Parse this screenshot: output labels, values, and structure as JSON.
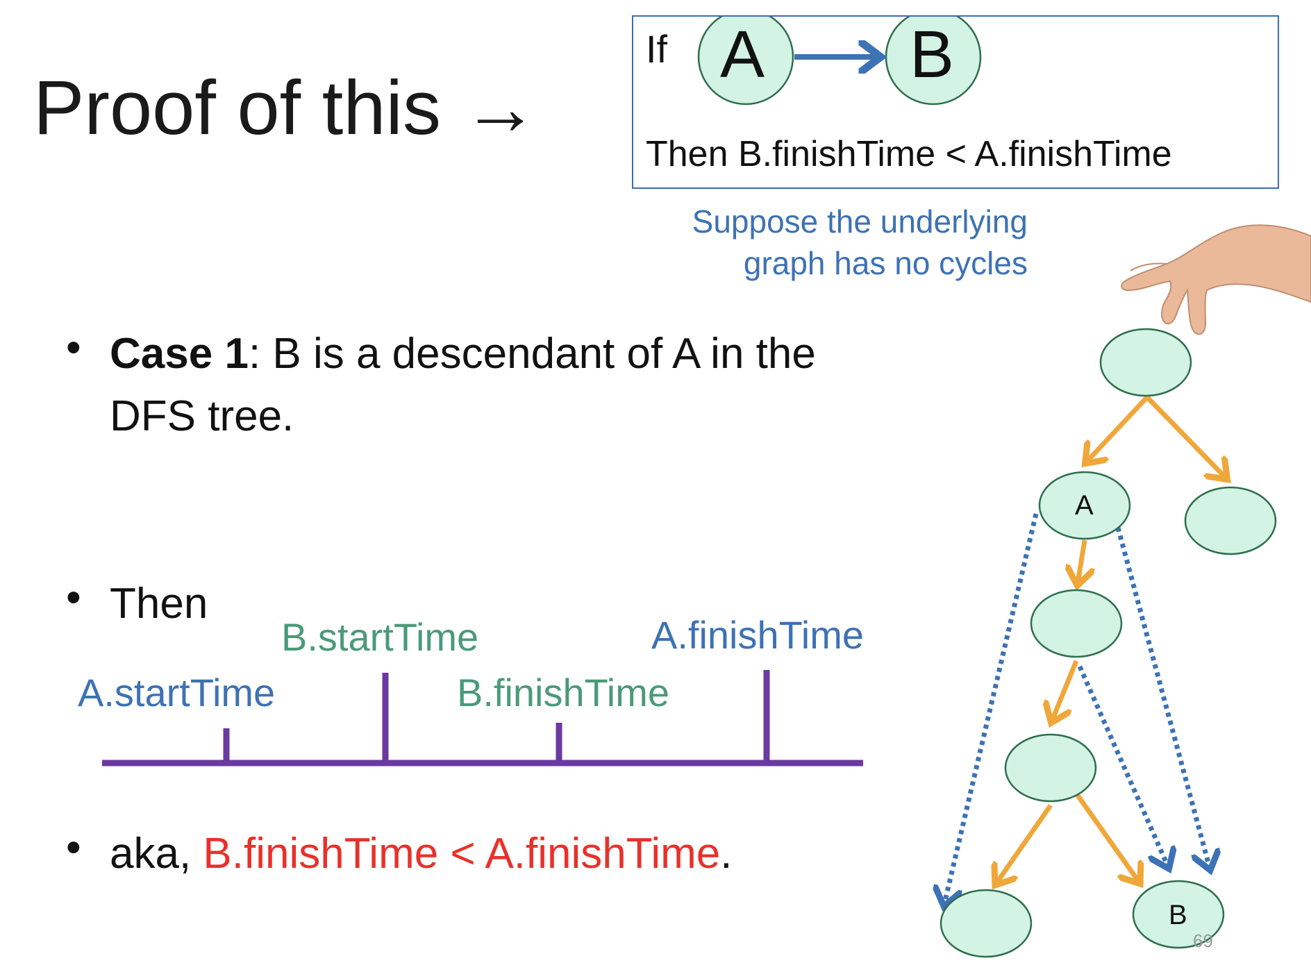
{
  "title": "Proof of this →",
  "ifbox": {
    "if_label": "If",
    "node_a": "A",
    "node_b": "B",
    "then_text": "Then B.finishTime < A.finishTime"
  },
  "note_lines": [
    "Suppose the underlying",
    "graph has no cycles"
  ],
  "bullets": {
    "case1_bold": "Case 1",
    "case1_rest_line1": ": B is a descendant of A in the",
    "case1_rest_line2": "DFS tree.",
    "then": "Then",
    "aka_prefix": "aka, ",
    "aka_red": "B.finishTime < A.finishTime",
    "aka_suffix": "."
  },
  "timeline": {
    "a_start": "A.startTime",
    "b_start": "B.startTime",
    "b_finish": "B.finishTime",
    "a_finish": "A.finishTime"
  },
  "tree": {
    "node_a": "A",
    "node_b": "B"
  },
  "page_number": "69",
  "colors": {
    "node_fill": "#d3f3e4",
    "node_stroke": "#2e6e4c",
    "tree_edge": "#f0a73a",
    "dotted_edge": "#3d72b4",
    "timeline": "#6b3aa0",
    "arrow_blue": "#3d72b4",
    "green_label": "#4a9a78",
    "blue_label": "#3d72b4",
    "highlight_red": "#e8312a"
  }
}
